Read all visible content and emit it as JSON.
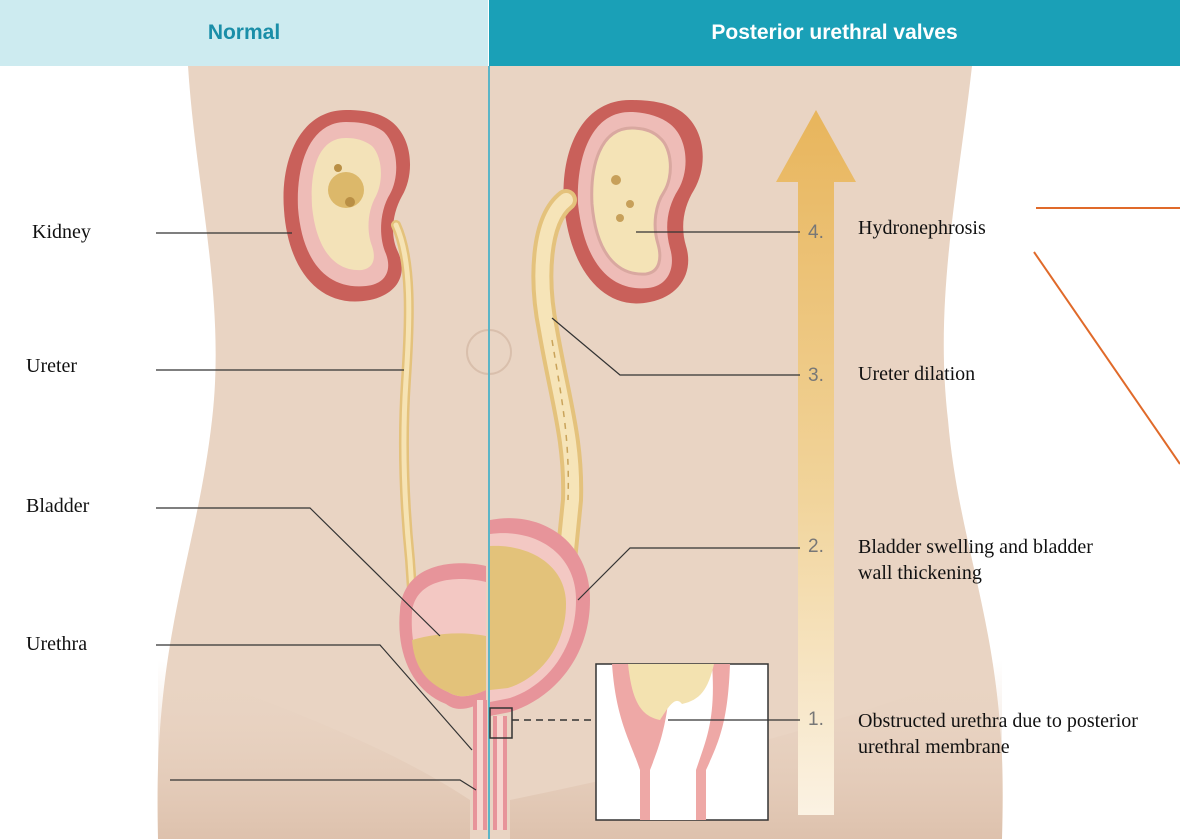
{
  "panels": {
    "normal_title": "Normal",
    "puv_title": "Posterior urethral valves"
  },
  "normal_labels": {
    "kidney": "Kidney",
    "ureter": "Ureter",
    "bladder": "Bladder",
    "urethra": "Urethra"
  },
  "steps": [
    {
      "number": "4.",
      "text": "Hydronephrosis"
    },
    {
      "number": "3.",
      "text": "Ureter dilation"
    },
    {
      "number": "2.",
      "text": "Bladder swelling and bladder wall thickening"
    },
    {
      "number": "1.",
      "text": "Obstructed urethra due to posterior urethral membrane"
    }
  ],
  "colors": {
    "header_left_bg": "#cdebf0",
    "header_right_bg": "#1aa0b7",
    "skin": "#e9d3c2",
    "arrow": "#e8b864",
    "annotation_line": "#e06a2a"
  }
}
